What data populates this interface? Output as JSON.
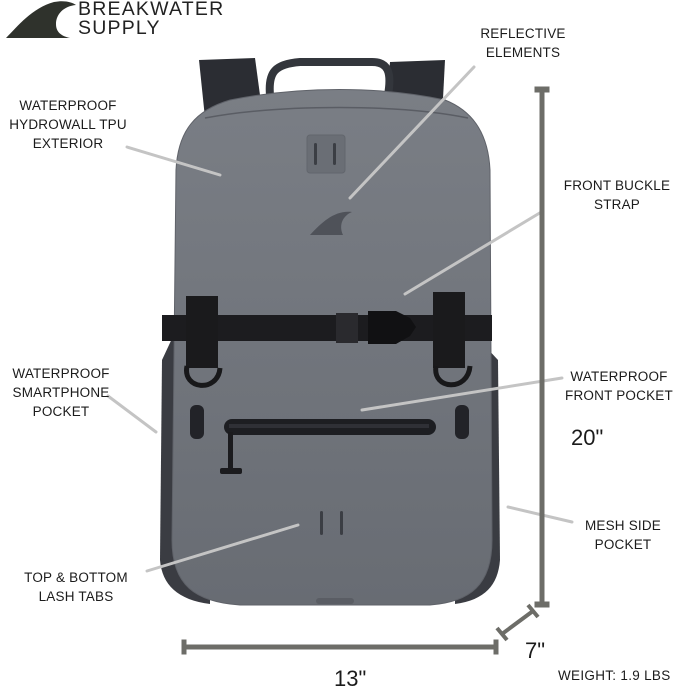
{
  "brand": {
    "line1": "BREAKWATER",
    "line2": "SUPPLY",
    "logo_icon": "wave-icon",
    "logo_color": "#2f322c"
  },
  "callouts": [
    {
      "id": "exterior",
      "lines": [
        "WATERPROOF",
        "HYDROWALL TPU",
        "EXTERIOR"
      ]
    },
    {
      "id": "reflective",
      "lines": [
        "REFLECTIVE",
        "ELEMENTS"
      ]
    },
    {
      "id": "buckle",
      "lines": [
        "FRONT BUCKLE",
        "STRAP"
      ]
    },
    {
      "id": "smartphone",
      "lines": [
        "WATERPROOF",
        "SMARTPHONE",
        "POCKET"
      ]
    },
    {
      "id": "front-pocket",
      "lines": [
        "WATERPROOF",
        "FRONT POCKET"
      ]
    },
    {
      "id": "mesh",
      "lines": [
        "MESH SIDE",
        "POCKET"
      ]
    },
    {
      "id": "lash-tabs",
      "lines": [
        "TOP & BOTTOM",
        "LASH TABS"
      ]
    }
  ],
  "dimensions": {
    "height": "20\"",
    "width": "13\"",
    "depth": "7\"",
    "weight": "WEIGHT: 1.9 LBS"
  },
  "colors": {
    "bag_body": "#6f737a",
    "bag_dark": "#2c2e33",
    "strap_black": "#1a1a1c",
    "leader_line": "#c4c4c4",
    "dimension_line": "#6d6d68"
  }
}
